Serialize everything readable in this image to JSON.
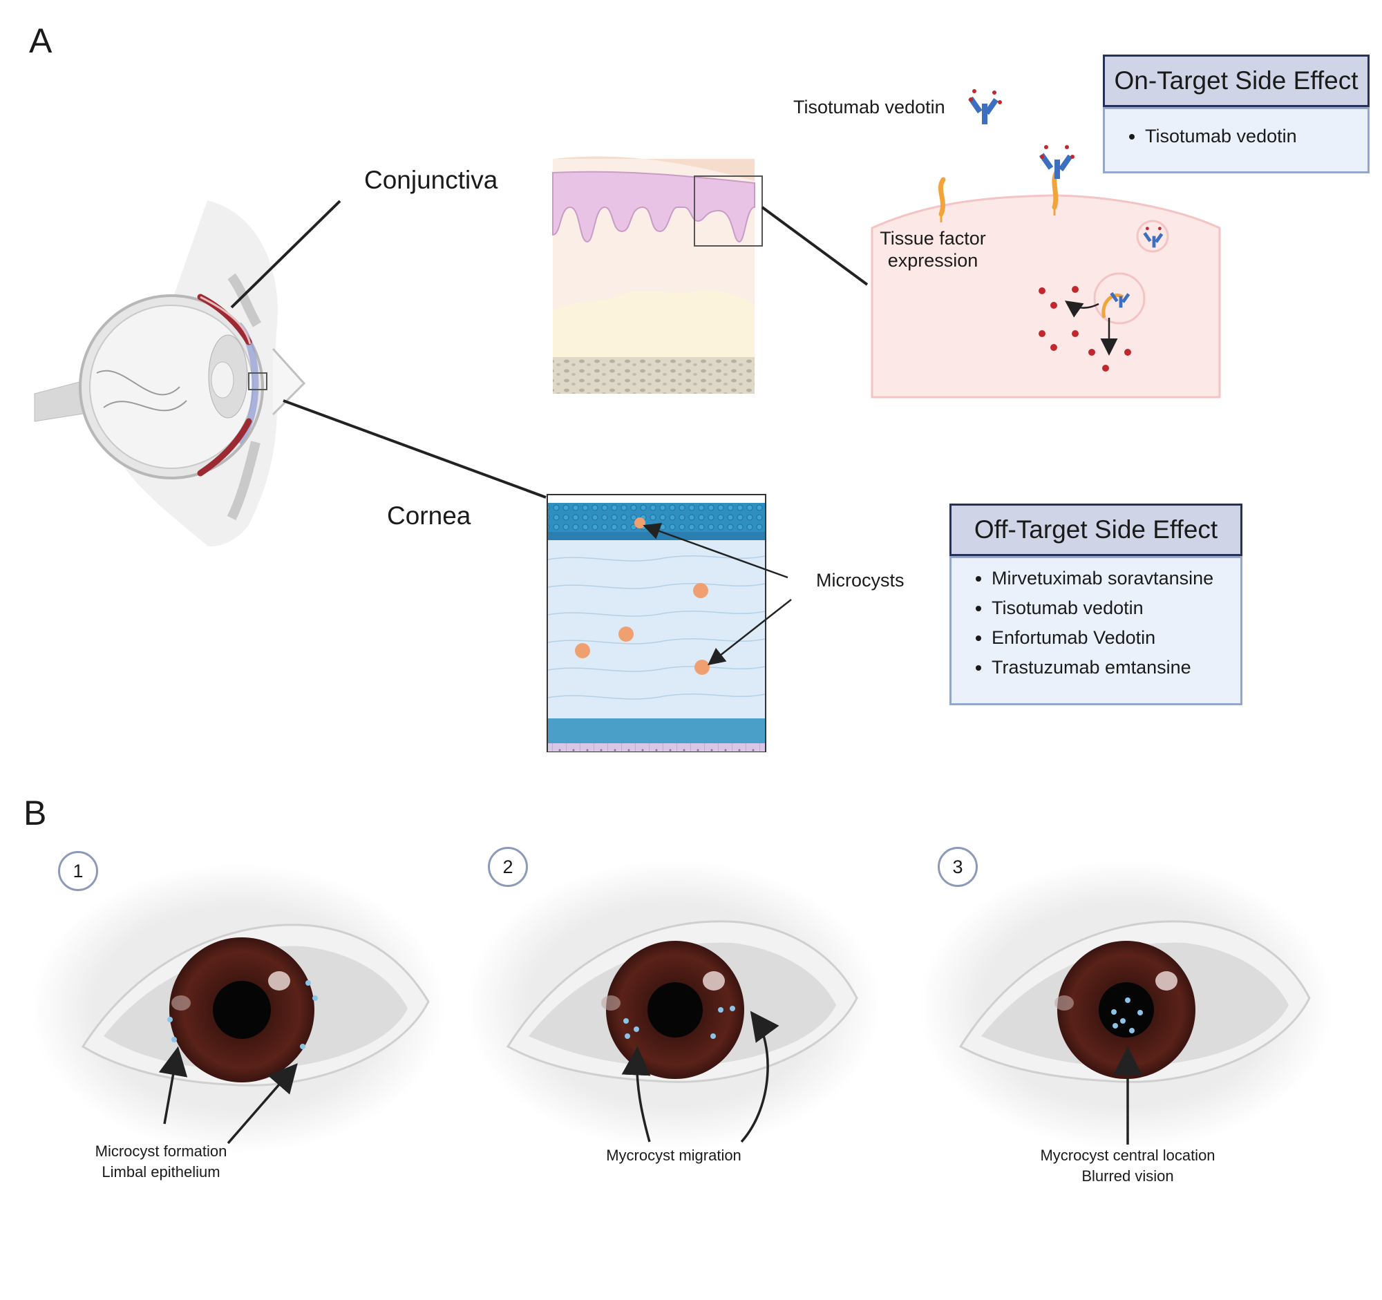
{
  "panel_a": {
    "letter": "A",
    "conjunctiva_label": "Conjunctiva",
    "cornea_label": "Cornea",
    "drug_label": "Tisotumab vedotin",
    "tissue_factor_label_line1": "Tissue factor",
    "tissue_factor_label_line2": "expression",
    "microcysts_label": "Microcysts",
    "on_target": {
      "title": "On-Target Side Effect",
      "items": [
        "Tisotumab vedotin"
      ]
    },
    "off_target": {
      "title": "Off-Target Side Effect",
      "items": [
        "Mirvetuximab soravtansine",
        "Tisotumab vedotin",
        "Enfortumab Vedotin",
        "Trastuzumab emtansine"
      ]
    }
  },
  "panel_b": {
    "letter": "B",
    "steps": [
      {
        "number": "1",
        "caption_line1": "Microcyst formation",
        "caption_line2": "Limbal epithelium"
      },
      {
        "number": "2",
        "caption_line1": "Mycrocyst migration",
        "caption_line2": ""
      },
      {
        "number": "3",
        "caption_line1": "Mycrocyst central location",
        "caption_line2": "Blurred vision"
      }
    ]
  },
  "colors": {
    "box_title_bg": "#cfd4e6",
    "box_title_border": "#253158",
    "box_body_bg": "#ebf1fb",
    "iris": "#4a1d17",
    "microcyst": "#8cc4e8",
    "conjunctiva_epithelium": "#e9c3e6",
    "cornea_stroma": "#dcebf7"
  }
}
